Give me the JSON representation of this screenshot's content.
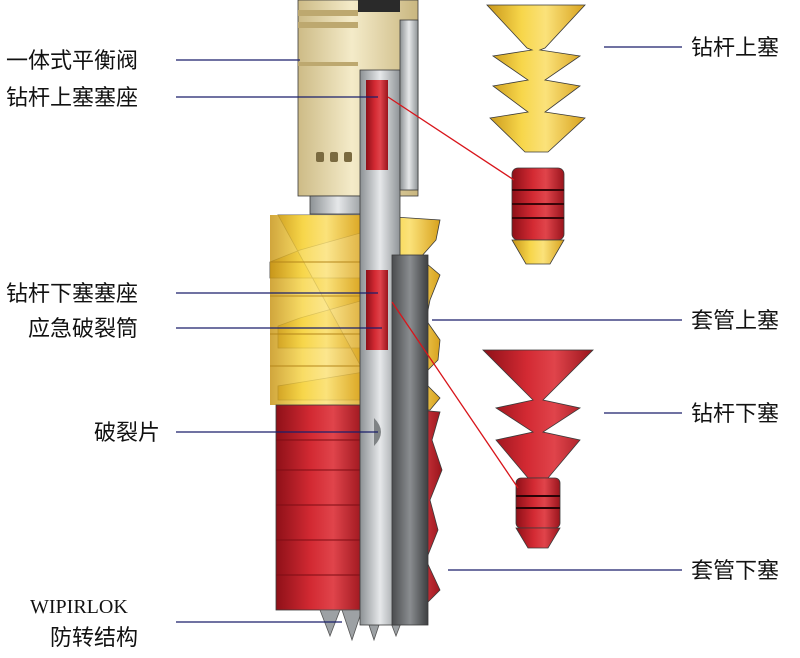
{
  "labels": {
    "integral_balance_valve": "一体式平衡阀",
    "upper_plug_seat": "钻杆上塞塞座",
    "lower_plug_seat": "钻杆下塞塞座",
    "emergency_burst_sleeve": "应急破裂筒",
    "burst_disc": "破裂片",
    "anti_rotation_line1": "WIPIRLOK",
    "anti_rotation_line2": "防转结构",
    "drill_pipe_top_plug": "钻杆上塞",
    "casing_top_plug": "套管上塞",
    "drill_pipe_bottom_plug": "钻杆下塞",
    "casing_bottom_plug": "套管下塞"
  },
  "colors": {
    "yellow_wiper": "#f2c531",
    "red_wiper": "#c8202b",
    "valve_body": "#e9dcae",
    "steel": "#bfc3c6",
    "leader_line": "#1a1f6b",
    "callout_line": "#d8151b"
  }
}
